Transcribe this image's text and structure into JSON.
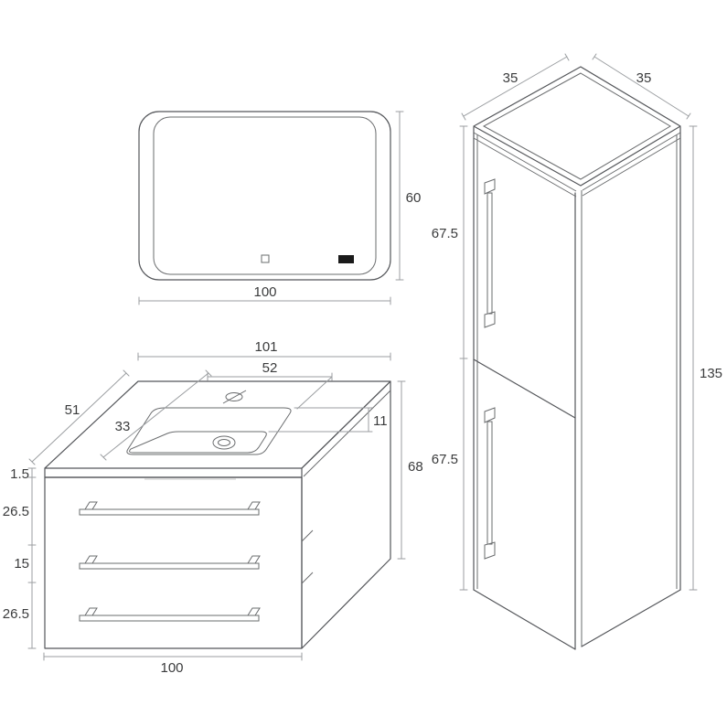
{
  "page": {
    "background": "#ffffff"
  },
  "colors": {
    "structure_line": "#54565a",
    "dimension_line": "#9b9ea1",
    "label_text": "#3a3b3c",
    "mirror_display": "#1a1a1a"
  },
  "drawing": {
    "mirror": {
      "width": "100",
      "height": "60"
    },
    "vanity": {
      "top_width": "101",
      "basin_width": "52",
      "basin_diagonal": "33",
      "depth": "51",
      "right_offset": "11",
      "height": "68",
      "countertop_thickness": "1.5",
      "top_drawer_height": "26.5",
      "middle_drawer_height": "15",
      "bottom_drawer_height": "26.5",
      "body_width": "100"
    },
    "cabinet": {
      "top_width_left": "35",
      "top_width_right": "35",
      "upper_door_height": "67.5",
      "lower_door_height": "67.5",
      "total_height": "135"
    }
  }
}
